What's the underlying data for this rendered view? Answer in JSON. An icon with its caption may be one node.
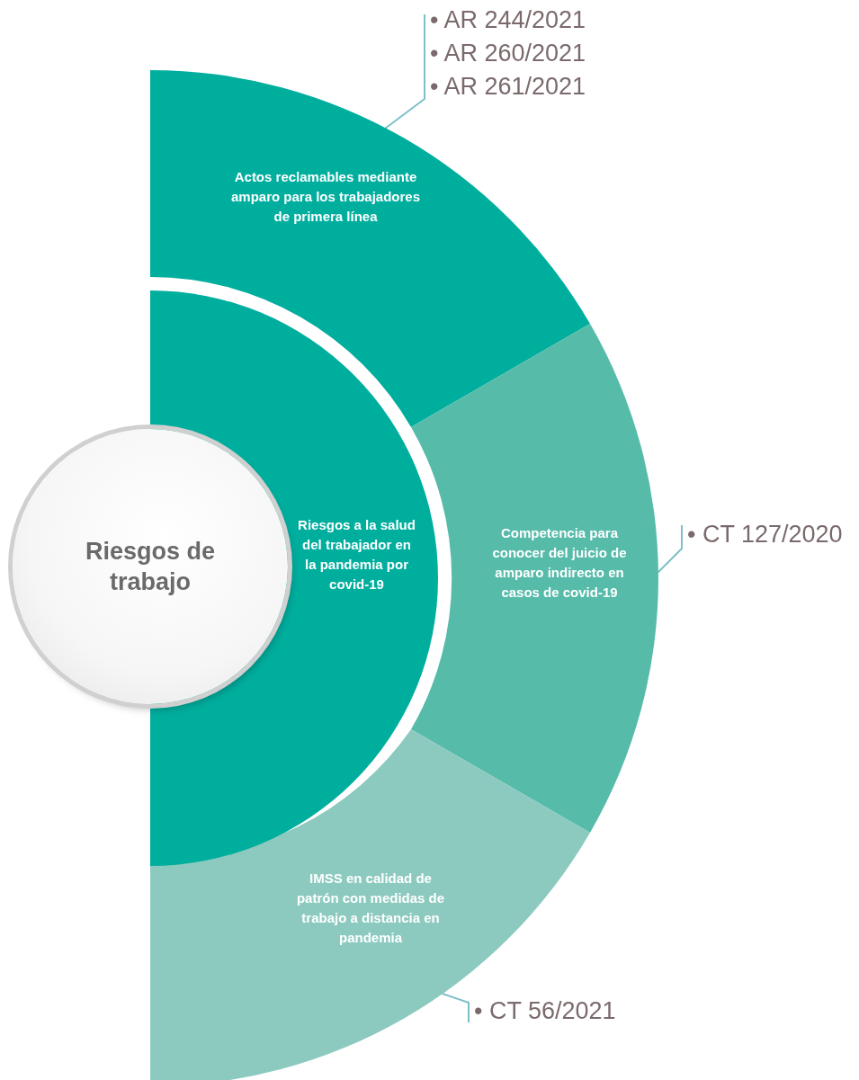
{
  "diagram": {
    "nodes": [
      {
        "text": [
          "Riesgos de trabajo"
        ]
      },
      {
        "text": [
          "Riesgos a la salud del trabajador en la pandemia por covid-19"
        ]
      },
      {
        "text": [
          "Actos reclamables mediante amparo para los trabajadores de primera línea"
        ]
      },
      {
        "text": [
          "Competencia para conocer del juicio de amparo indirecto en casos de covid-19"
        ]
      },
      {
        "text": [
          "IMSS en calidad de patrón con medidas de trabajo a distancia en pandemia"
        ]
      },
      {
        "text": [
          "• AR 244/2021",
          "• AR 260/2021",
          "• AR 261/2021"
        ]
      },
      {
        "text": [
          "• CT 127/2020"
        ]
      },
      {
        "text": [
          "• CT 56/2021"
        ]
      }
    ],
    "edges": [
      {
        "from": 5,
        "to": 2,
        "arrow": "none"
      },
      {
        "from": 6,
        "to": 3,
        "arrow": "none"
      },
      {
        "from": 7,
        "to": 4,
        "arrow": "none"
      }
    ]
  }
}
